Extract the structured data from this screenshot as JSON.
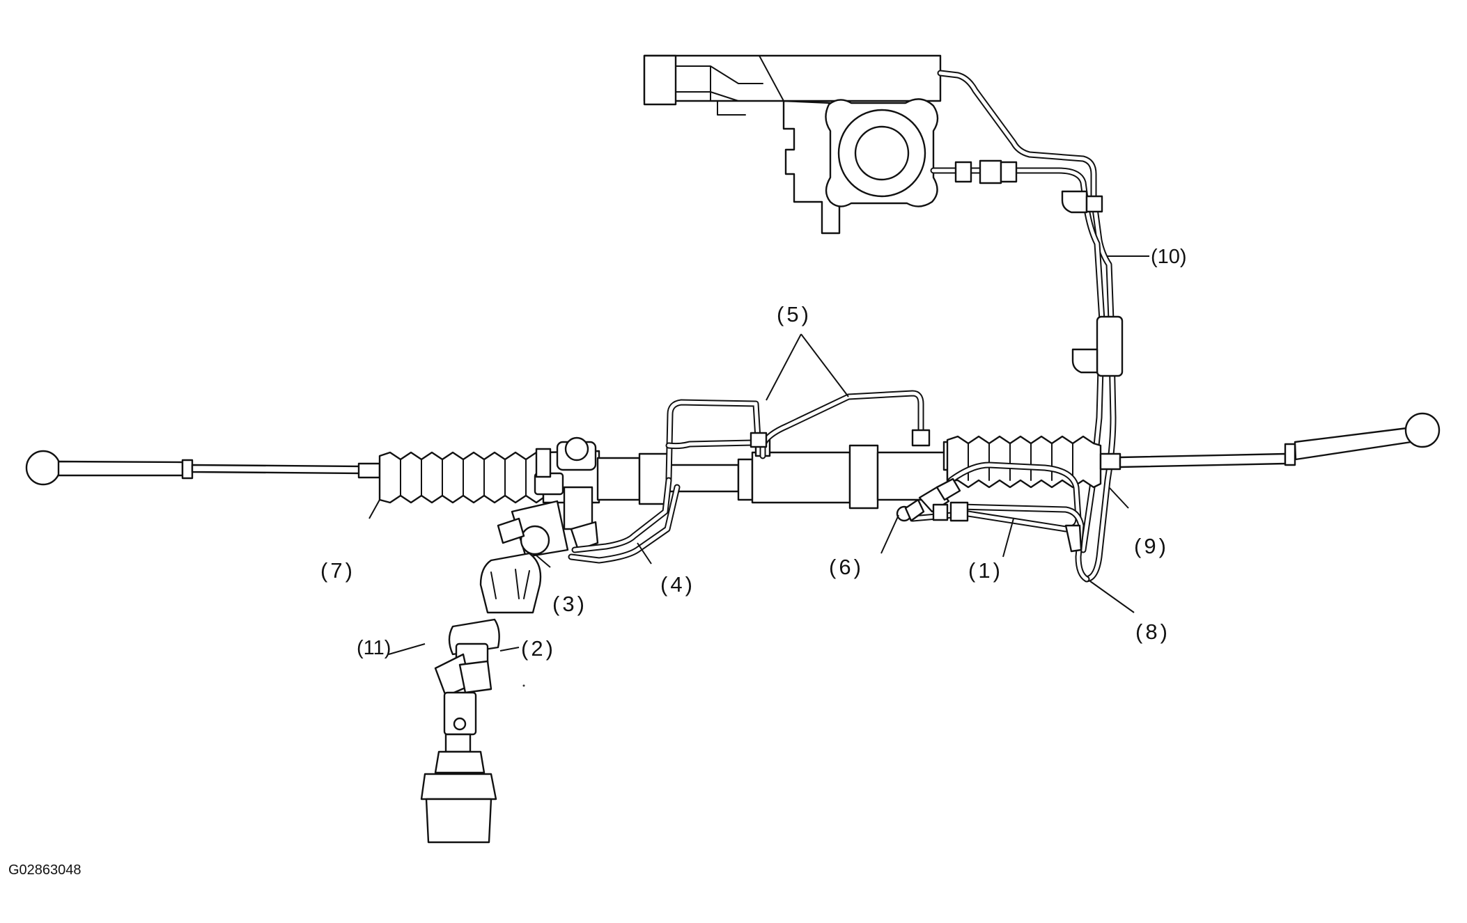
{
  "figure_id": "G02863048",
  "callouts": {
    "c1": "(1)",
    "c2": "(2)",
    "c3": "(3)",
    "c4": "(4)",
    "c5": "(5)",
    "c6": "(6)",
    "c7": "(7)",
    "c8": "(8)",
    "c9": "(9)",
    "c10": "(10)",
    "c11": "(11)"
  }
}
